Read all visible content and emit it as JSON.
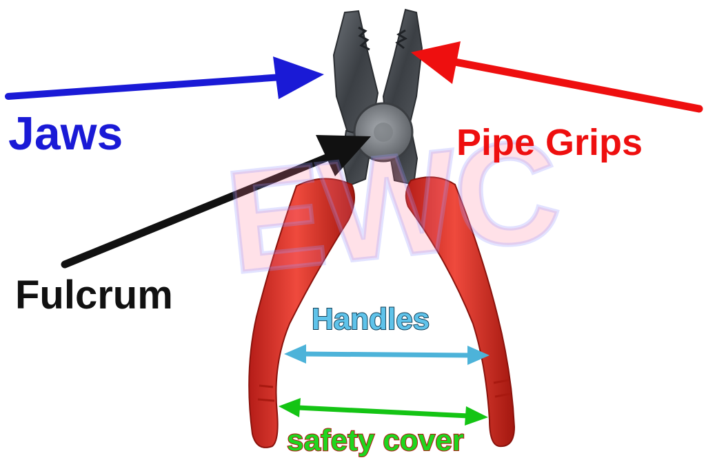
{
  "labels": {
    "jaws": "Jaws",
    "pipe_grips": "Pipe Grips",
    "fulcrum": "Fulcrum",
    "handles": "Handles",
    "safety_cover": "safety cover"
  },
  "watermark": "EWC",
  "colors": {
    "jaws": "#1a1ad6",
    "pipe_grips": "#ee0f0f",
    "fulcrum": "#111111",
    "handles": "#5fc3ea",
    "safety_cover": "#1fd61f",
    "handle_grip": "#e0342c",
    "metal": "#4a4f55"
  }
}
